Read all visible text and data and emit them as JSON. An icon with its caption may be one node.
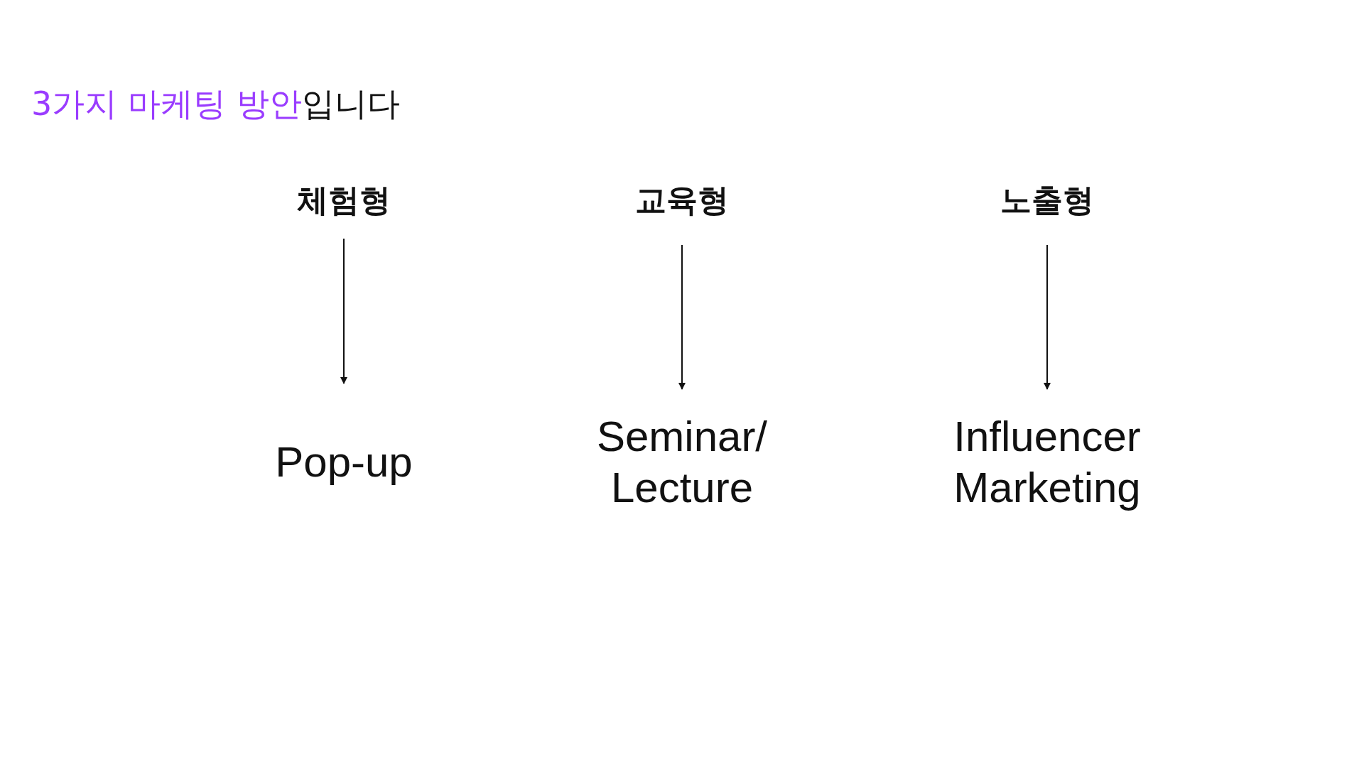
{
  "diagram": {
    "nodes": [
      {
        "text": [
          "체험형"
        ]
      },
      {
        "text": [
          "교육형"
        ]
      },
      {
        "text": [
          "노출형"
        ]
      },
      {
        "text": [
          "Pop-up"
        ]
      },
      {
        "text": [
          "Seminar/ Lecture"
        ]
      },
      {
        "text": [
          "Influencer Marketing"
        ]
      }
    ],
    "edges": [
      {
        "from": 0,
        "to": 3,
        "arrow": "to"
      },
      {
        "from": 1,
        "to": 4,
        "arrow": "to"
      },
      {
        "from": 2,
        "to": 5,
        "arrow": "to"
      }
    ],
    "labels": [
      "3가지 마케팅 방안",
      "입니다"
    ]
  }
}
